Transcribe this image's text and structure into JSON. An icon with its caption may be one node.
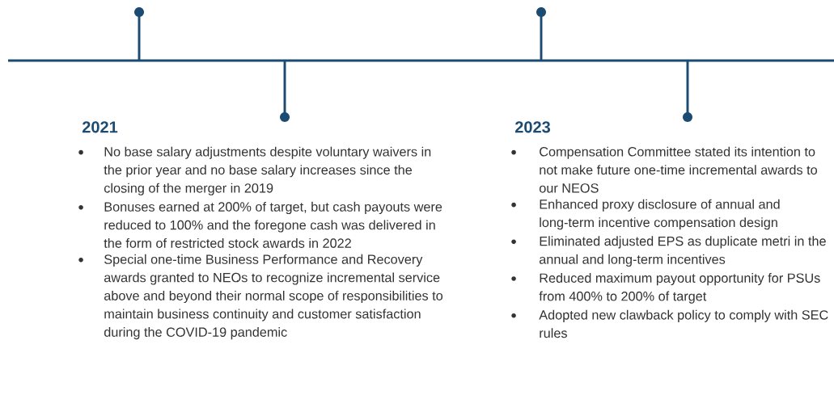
{
  "diagram": {
    "nodes": [
      {
        "text": [
          "2021",
          "No base salary adjustments despite voluntary waivers in the prior year and no base salary increases since the closing of the merger in 2019",
          "Bonuses earned at 200% of target, but cash payouts were reduced to 100% and the foregone cash was delivered in the form of restricted stock awards in 2022",
          "Special one-time Business Performance and Recovery awards granted to NEOs to recognize incremental service above and beyond their normal scope of responsibilities to maintain business continuity and customer satisfaction during the COVID-19 pandemic"
        ]
      },
      {
        "text": [
          "2023",
          "Compensation Committee stated its intention to not make future one-time incremental awards to our NEOS",
          "Enhanced proxy disclosure of annual and long-term incentive compensation design",
          "Eliminated adjusted EPS as duplicate metri in the annual and long-term incentives",
          "Reduced maximum payout opportunity for PSUs from 400% to 200% of target",
          "Adopted new clawback policy to comply with SEC rules"
        ]
      }
    ]
  }
}
